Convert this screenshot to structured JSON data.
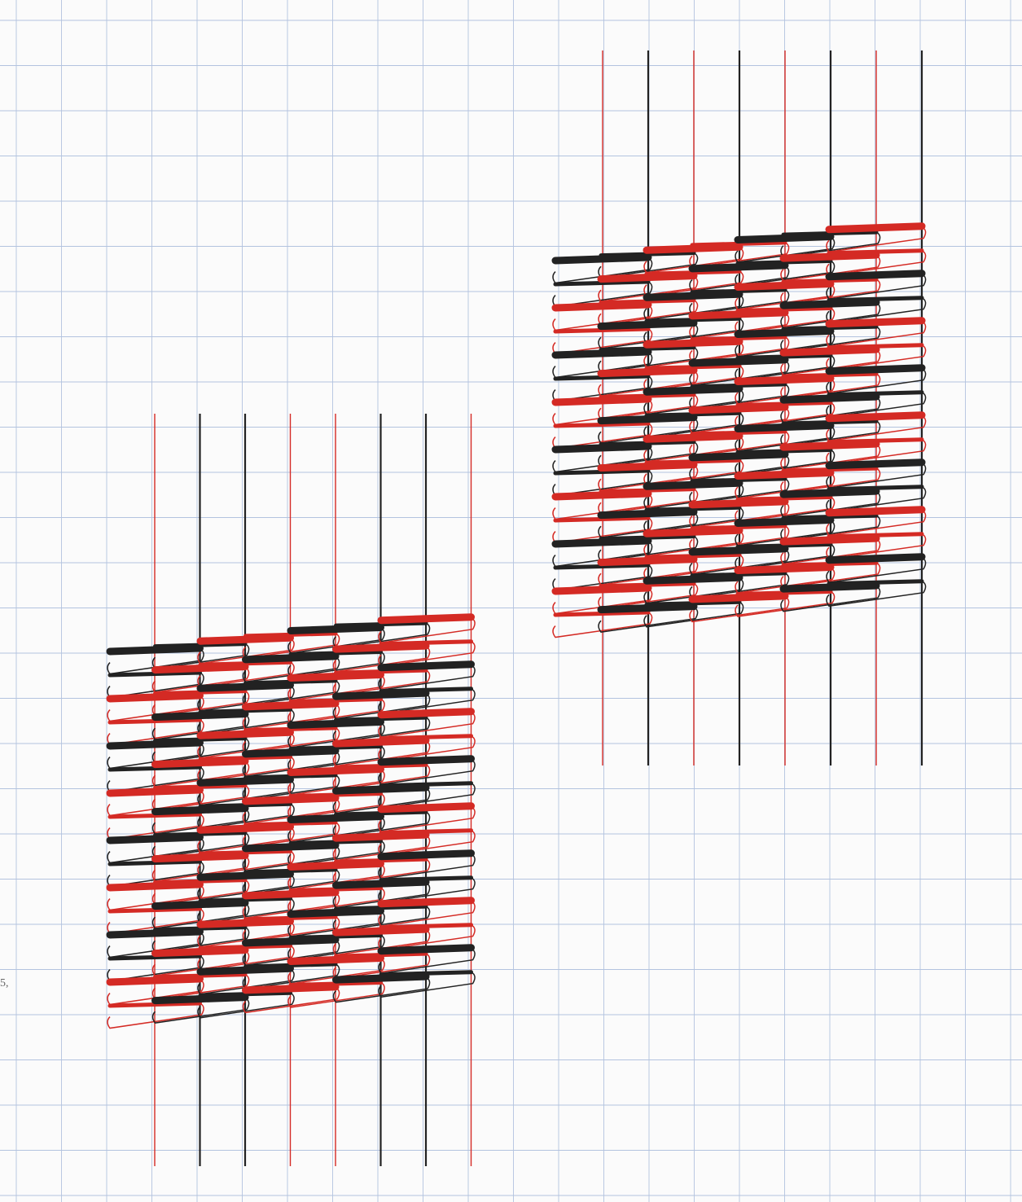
{
  "figure": {
    "edge_mark": "5,",
    "background": "#fbfbfb",
    "grid_color": "#b3c3df",
    "colors": {
      "black": "#222222",
      "red": "#d42a24"
    }
  },
  "weaves": [
    {
      "name": "left-weave",
      "warps": [
        "red",
        "black",
        "black",
        "red",
        "red",
        "black",
        "black",
        "red"
      ],
      "wefts": [
        "black",
        "black",
        "red",
        "red",
        "black",
        "black",
        "red",
        "red"
      ],
      "rows": 8
    },
    {
      "name": "right-weave",
      "warps": [
        "red",
        "black",
        "red",
        "black",
        "red",
        "black",
        "red",
        "black"
      ],
      "wefts": [
        "black",
        "black",
        "red",
        "red",
        "black",
        "black",
        "red",
        "red"
      ],
      "rows": 8
    }
  ]
}
